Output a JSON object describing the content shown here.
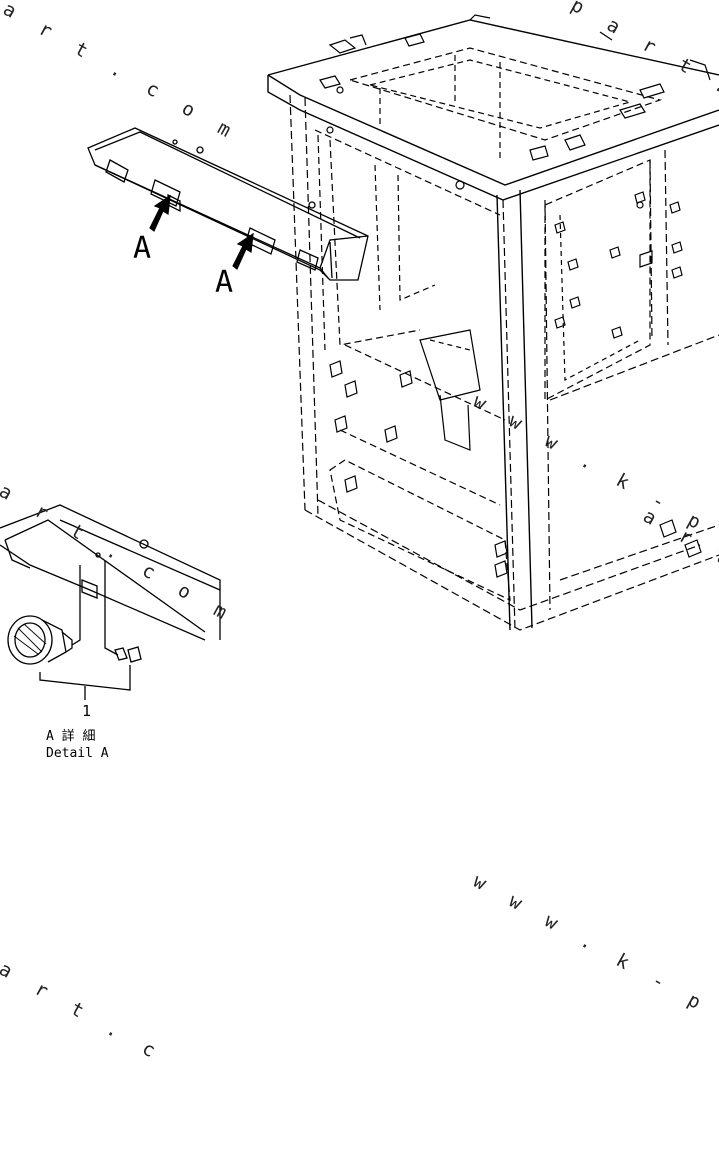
{
  "callouts": {
    "arrow_label_1": "A",
    "arrow_label_2": "A",
    "part_number": "1"
  },
  "detail": {
    "title_jp": "A 詳 細",
    "title_en": "Detail A"
  },
  "watermarks": [
    "a r t . c o m",
    "a r t . c o m",
    "w w w . k - p a r t . c o m",
    "a r t . c o m",
    "w w w . k - p a r t . c o m",
    "a r t . c",
    "p a r t . c o m"
  ],
  "colors": {
    "line": "#000000",
    "background": "#ffffff"
  }
}
